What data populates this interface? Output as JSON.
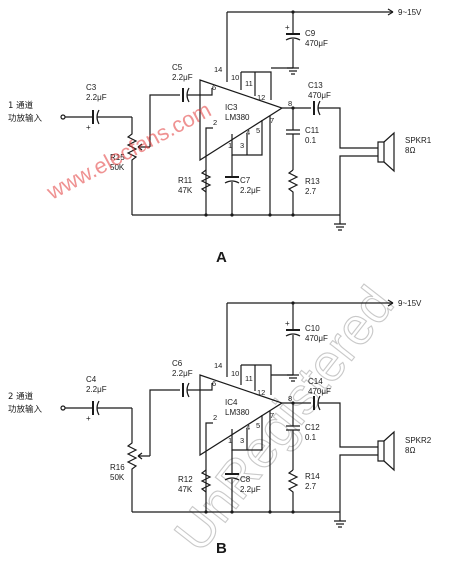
{
  "watermark_site": "www.elecfans.com",
  "watermark_unregistered": "UnRegistered",
  "supply": "9~15V",
  "circuits": [
    {
      "id": "A",
      "label": "A",
      "input_label": "1 通道",
      "input_label2": "功放输入",
      "c_in": {
        "name": "C3",
        "value": "2.2μF"
      },
      "pot": {
        "name": "R15",
        "value": "50K"
      },
      "c_couple": {
        "name": "C5",
        "value": "2.2μF"
      },
      "ic": {
        "name": "IC3",
        "part": "LM380"
      },
      "c_supply": {
        "name": "C9",
        "value": "470μF"
      },
      "c_out": {
        "name": "C13",
        "value": "470μF"
      },
      "c_zobel": {
        "name": "C11",
        "value": "0.1"
      },
      "r_zobel": {
        "name": "R13",
        "value": "2.7"
      },
      "r_bias": {
        "name": "R11",
        "value": "47K"
      },
      "c_bypass": {
        "name": "C7",
        "value": "2.2μF"
      },
      "spkr": {
        "name": "SPKR1",
        "value": "8Ω"
      },
      "pins": [
        "14",
        "10",
        "11",
        "6",
        "12",
        "2",
        "1",
        "3",
        "4",
        "5",
        "7",
        "8"
      ]
    },
    {
      "id": "B",
      "label": "B",
      "input_label": "2 通道",
      "input_label2": "功放输入",
      "c_in": {
        "name": "C4",
        "value": "2.2μF"
      },
      "pot": {
        "name": "R16",
        "value": "50K"
      },
      "c_couple": {
        "name": "C6",
        "value": "2.2μF"
      },
      "ic": {
        "name": "IC4",
        "part": "LM380"
      },
      "c_supply": {
        "name": "C10",
        "value": "470μF"
      },
      "c_out": {
        "name": "C14",
        "value": "470μF"
      },
      "c_zobel": {
        "name": "C12",
        "value": "0.1"
      },
      "r_zobel": {
        "name": "R14",
        "value": "2.7"
      },
      "r_bias": {
        "name": "R12",
        "value": "47K"
      },
      "c_bypass": {
        "name": "C8",
        "value": "2.2μF"
      },
      "spkr": {
        "name": "SPKR2",
        "value": "8Ω"
      },
      "pins": [
        "14",
        "10",
        "11",
        "6",
        "12",
        "2",
        "1",
        "3",
        "4",
        "5",
        "7",
        "8"
      ]
    }
  ]
}
